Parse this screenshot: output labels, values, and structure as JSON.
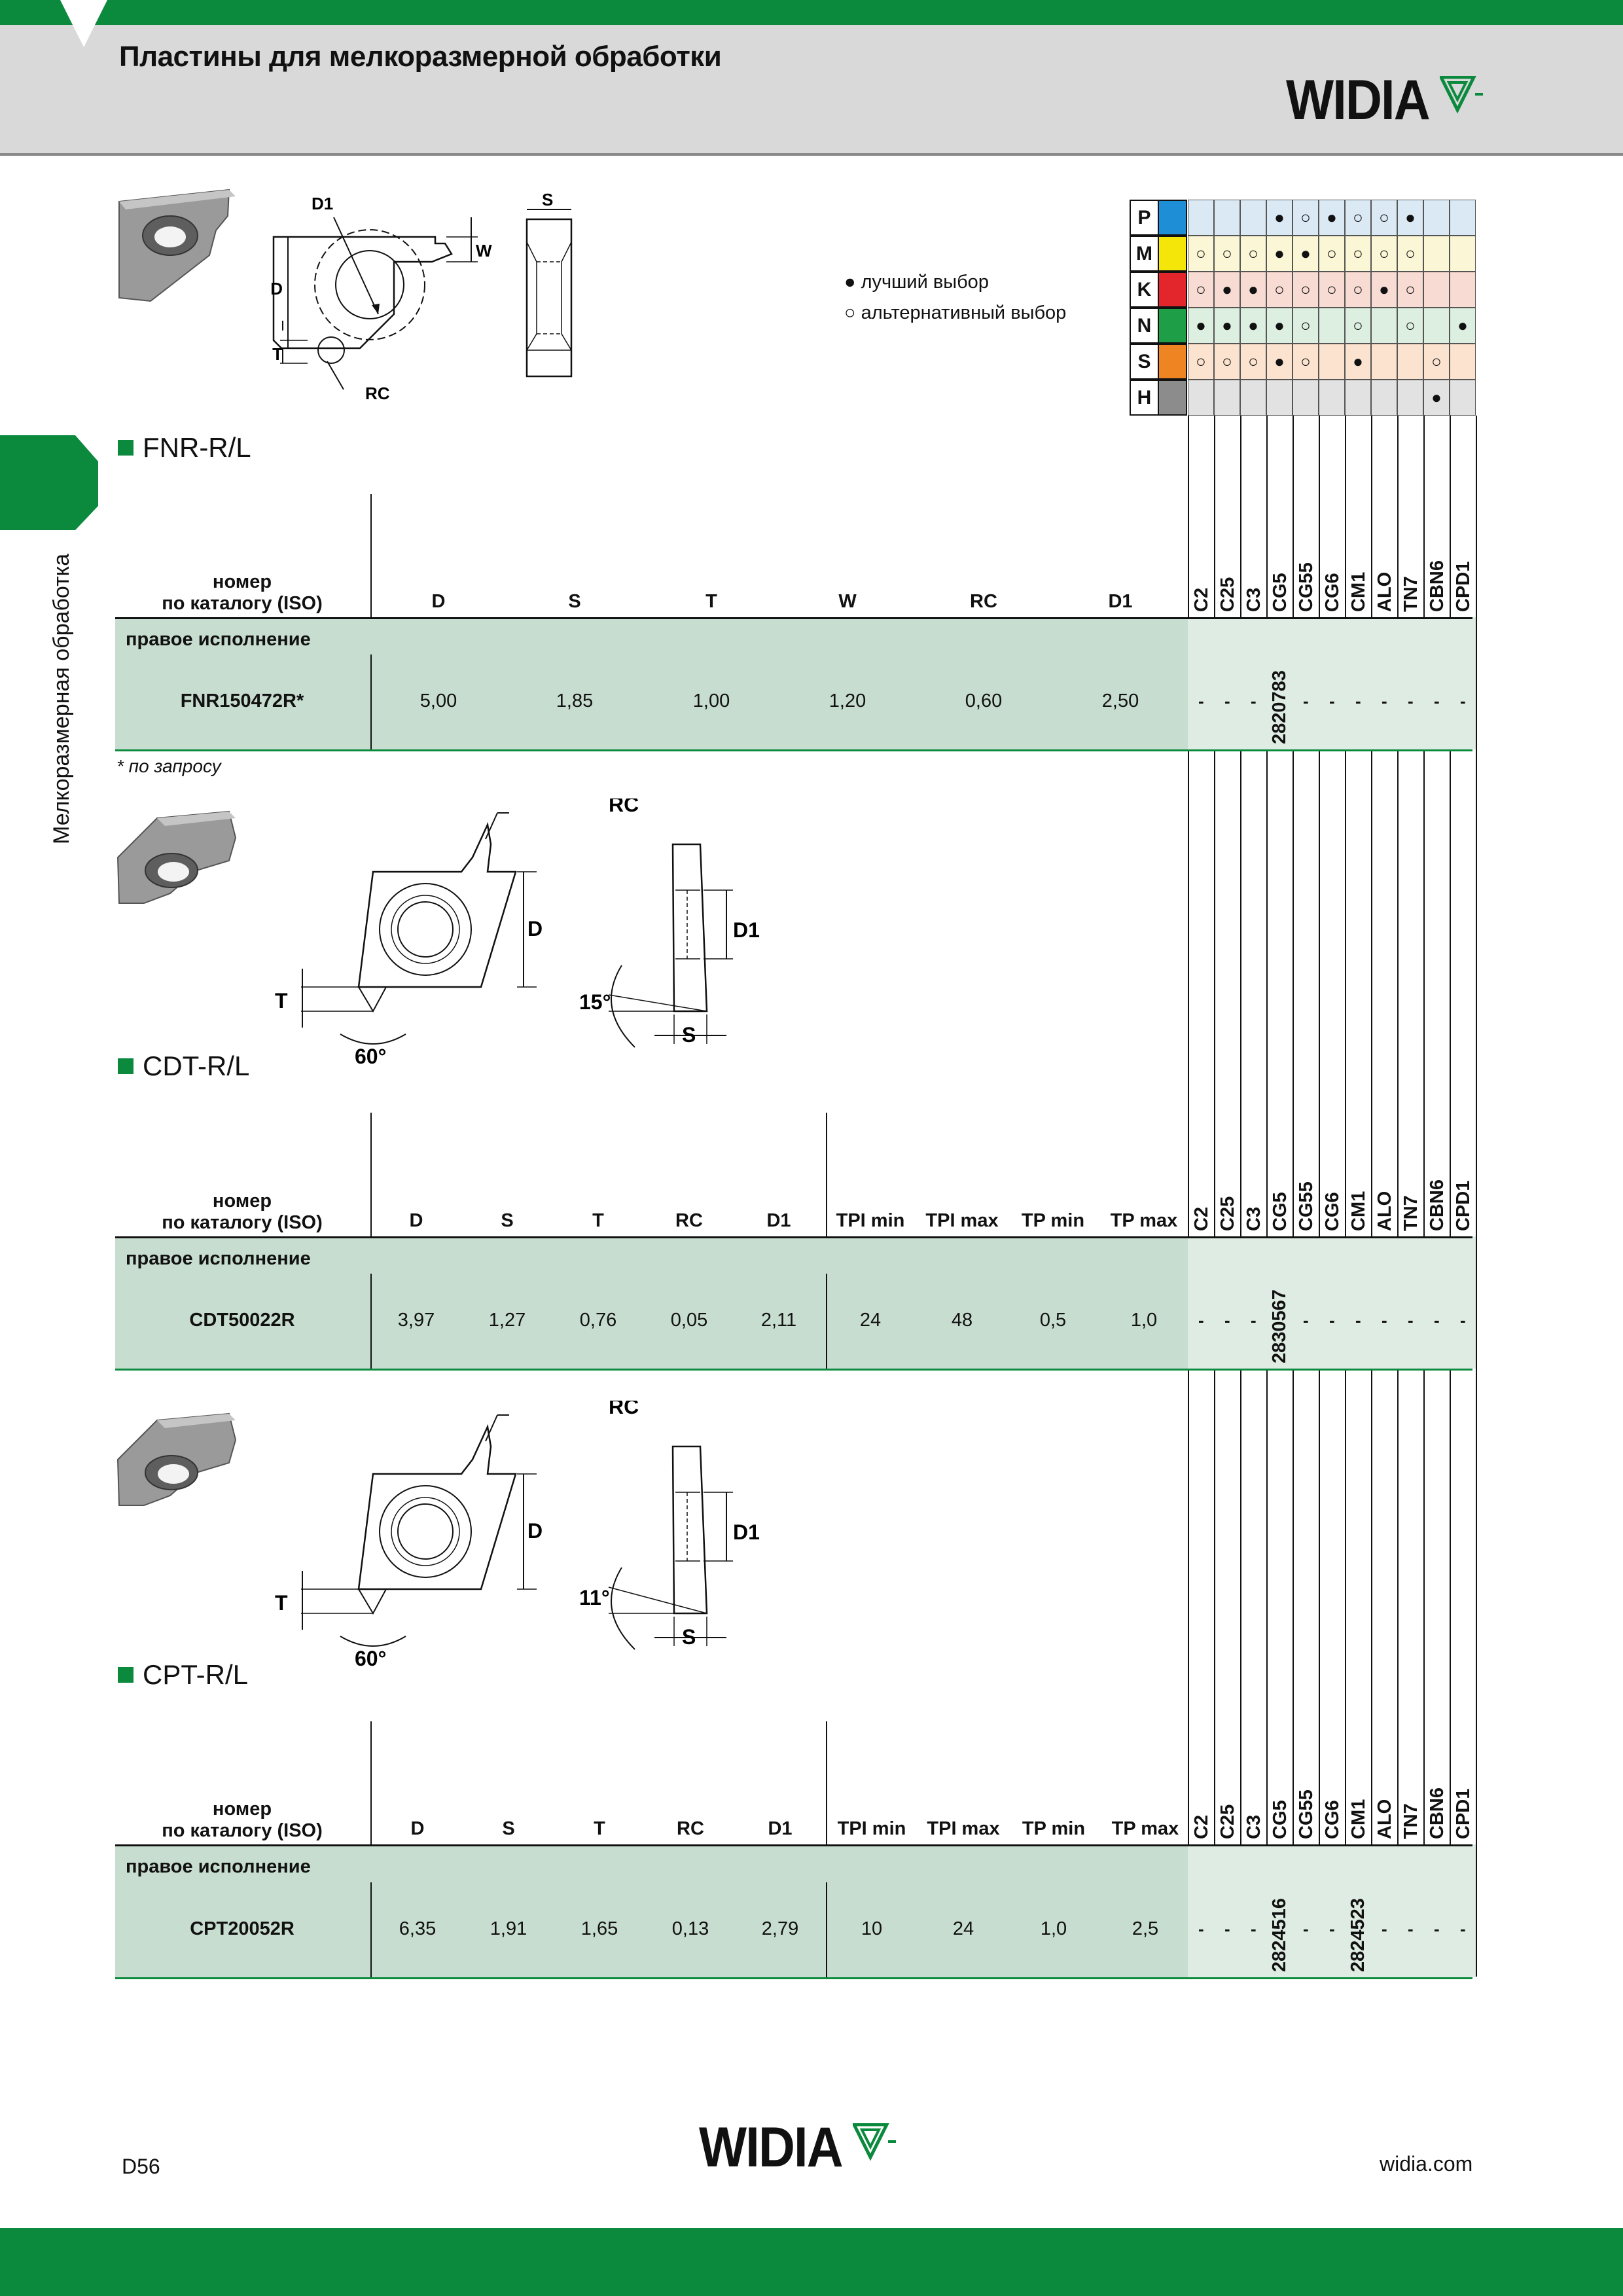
{
  "header": {
    "title": "Пластины для мелкоразмерной обработки",
    "logo_text": "WIDIA"
  },
  "sidebar": {
    "label": "Мелкоразмерная обработка"
  },
  "legend": {
    "best": "● лучший выбор",
    "alt": "○ альтернативный выбор"
  },
  "materials": [
    {
      "code": "P",
      "color": "#1e8fd6",
      "bg": "#dbe9f5",
      "cells": [
        "",
        "",
        "",
        "●",
        "○",
        "●",
        "○",
        "○",
        "●",
        "",
        ""
      ]
    },
    {
      "code": "M",
      "color": "#f5e60a",
      "bg": "#fbf6d5",
      "cells": [
        "○",
        "○",
        "○",
        "●",
        "●",
        "○",
        "○",
        "○",
        "○",
        "",
        ""
      ]
    },
    {
      "code": "K",
      "color": "#e3262b",
      "bg": "#f8dcd4",
      "cells": [
        "○",
        "●",
        "●",
        "○",
        "○",
        "○",
        "○",
        "●",
        "○",
        "",
        ""
      ]
    },
    {
      "code": "N",
      "color": "#1f9e48",
      "bg": "#dcefe0",
      "cells": [
        "●",
        "●",
        "●",
        "●",
        "○",
        "",
        "○",
        "",
        "○",
        "",
        "●"
      ]
    },
    {
      "code": "S",
      "color": "#ef8522",
      "bg": "#fbe3cf",
      "cells": [
        "○",
        "○",
        "○",
        "●",
        "○",
        "",
        "●",
        "",
        "",
        "○",
        ""
      ]
    },
    {
      "code": "H",
      "color": "#8c8c8c",
      "bg": "#e2e2e2",
      "cells": [
        "",
        "",
        "",
        "",
        "",
        "",
        "",
        "",
        "",
        "●",
        ""
      ]
    }
  ],
  "grades": [
    "C2",
    "C25",
    "C3",
    "CG5",
    "CG55",
    "CG6",
    "CM1",
    "ALO",
    "TN7",
    "CBN6",
    "CPD1"
  ],
  "iso_label": [
    "номер",
    "по каталогу (ISO)"
  ],
  "right_version": "правое исполнение",
  "sections": [
    {
      "name": "FNR-R/L",
      "columns": [
        "D",
        "S",
        "T",
        "W",
        "RC",
        "D1"
      ],
      "row": {
        "code": "FNR150472R*",
        "values": [
          "5,00",
          "1,85",
          "1,00",
          "1,20",
          "0,60",
          "2,50"
        ],
        "grade_values": [
          "-",
          "-",
          "-",
          "2820783",
          "-",
          "-",
          "-",
          "-",
          "-",
          "-",
          "-"
        ]
      },
      "note": "* по запросу"
    },
    {
      "name": "CDT-R/L",
      "columns": [
        "D",
        "S",
        "T",
        "RC",
        "D1",
        "TPI min",
        "TPI max",
        "TP min",
        "TP max"
      ],
      "row": {
        "code": "CDT50022R",
        "values": [
          "3,97",
          "1,27",
          "0,76",
          "0,05",
          "2,11",
          "24",
          "48",
          "0,5",
          "1,0"
        ],
        "grade_values": [
          "-",
          "-",
          "-",
          "2830567",
          "-",
          "-",
          "-",
          "-",
          "-",
          "-",
          "-"
        ]
      }
    },
    {
      "name": "CPT-R/L",
      "columns": [
        "D",
        "S",
        "T",
        "RC",
        "D1",
        "TPI min",
        "TPI max",
        "TP min",
        "TP max"
      ],
      "row": {
        "code": "CPT20052R",
        "values": [
          "6,35",
          "1,91",
          "1,65",
          "0,13",
          "2,79",
          "10",
          "24",
          "1,0",
          "2,5"
        ],
        "grade_values": [
          "-",
          "-",
          "-",
          "2824516",
          "-",
          "-",
          "2824523",
          "-",
          "-",
          "-",
          "-"
        ]
      }
    }
  ],
  "drawings": {
    "fnr": {
      "labels": [
        "D1",
        "W",
        "D",
        "T",
        "RC",
        "S"
      ]
    },
    "cdt": {
      "labels": [
        "RC",
        "D",
        "T",
        "60°",
        "15°",
        "D1",
        "S"
      ]
    },
    "cpt": {
      "labels": [
        "RC",
        "D",
        "T",
        "60°",
        "11°",
        "D1",
        "S"
      ]
    }
  },
  "footer": {
    "page": "D56",
    "url": "widia.com",
    "logo_text": "WIDIA"
  }
}
